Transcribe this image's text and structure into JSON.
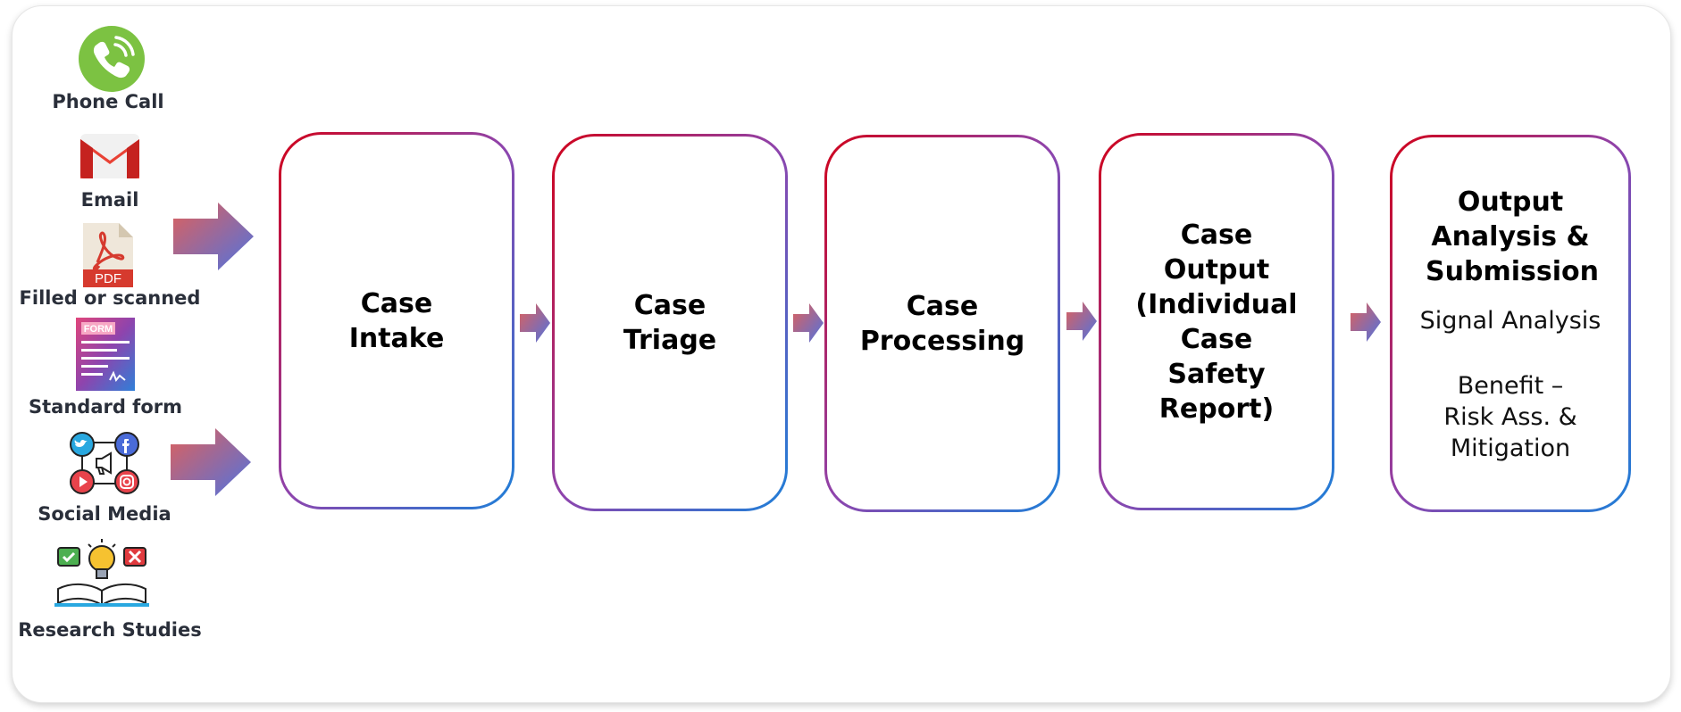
{
  "sources": [
    {
      "label": "Phone Call",
      "icon": "phone-icon"
    },
    {
      "label": "Email",
      "icon": "gmail-icon"
    },
    {
      "label": "Filled or scanned",
      "icon": "pdf-icon"
    },
    {
      "label": "Standard form",
      "icon": "form-icon"
    },
    {
      "label": "Social Media",
      "icon": "social-media-icon"
    },
    {
      "label": "Research Studies",
      "icon": "research-book-icon"
    }
  ],
  "stages": [
    {
      "title": "Case Intake"
    },
    {
      "title": "Case Triage"
    },
    {
      "title": "Case Processing"
    },
    {
      "title": "Case Output (Individual Case Safety Report)"
    },
    {
      "title": "Output Analysis & Submission",
      "notes": [
        "Signal Analysis",
        "Benefit – Risk Ass. & Mitigation"
      ]
    }
  ],
  "icon_text": {
    "pdf": "PDF",
    "form": "FORM"
  },
  "colors": {
    "border_start": "#d0021b",
    "border_mid": "#8e44ad",
    "border_end": "#1e7fd8",
    "arrow_start": "#e0605a",
    "arrow_end": "#4f73e0",
    "phone_green": "#7cc242"
  }
}
